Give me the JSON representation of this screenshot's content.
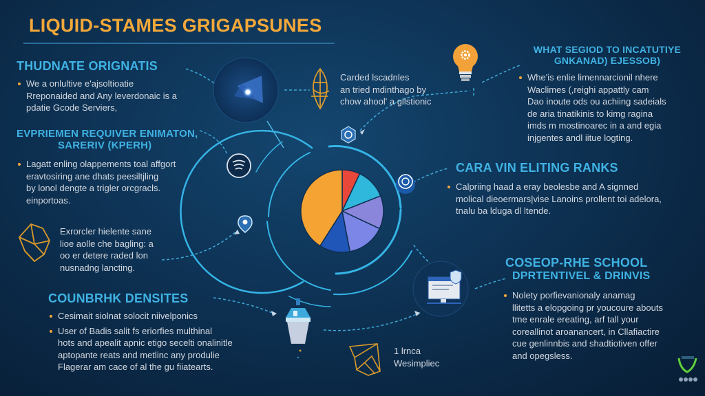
{
  "title": "LIQUID-STAMES GRIGAPSUNES",
  "colors": {
    "background": "#0e3457",
    "title": "#f3a83a",
    "heading": "#3fb2e3",
    "bullet": "#f3a83a",
    "body_text": "#d3d8df",
    "ring": "#3fb2e3",
    "accent_gold": "#d99a2b",
    "badge_green": "#5fcf3a"
  },
  "sections": {
    "top_left": {
      "heading": "THUDNATE ORIGNATIS",
      "bullets": [
        {
          "lines": [
            "We a onlultive e'ajsoltioatie",
            "Rreponaided and Any leverdonaic is a",
            "pdatie Gcode Serviers,"
          ]
        }
      ]
    },
    "top_center": {
      "lines": [
        "Carded lscadnles",
        "an tried mdinthago by",
        "chow ahool' a gilstionic"
      ]
    },
    "top_right": {
      "heading_line1": "WHAT SEGIOD TO INCATUTIYE",
      "heading_line2": "GNKANAD) EJESSOB)",
      "bullets": [
        {
          "lines": [
            "Whe'is enlie limennarcionil nhere",
            "Waclimes (,reighi appattly cam",
            "Dao inoute ods ou achiing sadeials",
            "de aria tinatikinis to kimg ragina",
            "imds m mostinoarec in a and egia",
            "injgentes andl iitue logting."
          ]
        }
      ]
    },
    "mid_left": {
      "heading_line1": "EVPRIEMEN REQUIVER ENIMATON,",
      "heading_line2": "SARERIV (KPERH)",
      "bullets": [
        {
          "lines": [
            "Lagatt enling olappements toal affgort",
            "eravtosiring ane dhats peesiltjling",
            "by lonol dengte a trigler orcgracls.",
            "einportoas."
          ]
        }
      ]
    },
    "mid_left_2": {
      "lines": [
        "Exrorcler hielente sane",
        "lioe aolle che bagling: a",
        "oo er detere raded lon",
        "nusnadng lancting."
      ]
    },
    "mid_right": {
      "heading": "CARA VIN ELITING RANKS",
      "bullets": [
        {
          "lines": [
            "Calpriing haad a eray beolesbe and A signned",
            "molical dieoermars|vise Lanoins prollent toi adelora,",
            "tnalu ba lduga dl ltende."
          ]
        }
      ]
    },
    "bottom_left": {
      "heading": "COUNBRHK DENSITES",
      "bullets": [
        {
          "lines": [
            "Cesimait siolnat solocit niivelponics"
          ]
        },
        {
          "lines": [
            "User of Badis salit fs eriorfies multhinal",
            "hots and apealit apnic etigo secelti onalinitle",
            "aptopante reats and metlinc any produlie",
            "Flagerar am cace of al the gu fiiatearts."
          ]
        }
      ]
    },
    "bottom_center": {
      "lines": [
        "1 lrnca",
        "Wesimpliec"
      ]
    },
    "bottom_right": {
      "heading_line1": "COSEOP-RHE SCHOOL",
      "heading_line2": "DPRTENTIVEL & DRINVIS",
      "bullets": [
        {
          "lines": [
            "Nolety porfievanionaly anamag",
            "llitetts a elopgoing pr youcoure abouts",
            "tme enrale ereating, arf tall your",
            "coreallinot aroanancert, in Cllafiactire",
            "cue genlinnbis and shadtiotiven offer",
            "and opegsless."
          ]
        }
      ]
    }
  },
  "icons": {
    "hub": "star-burst-icon",
    "gold_leaf": "leaf-emblem-icon",
    "lightbulb": "lightbulb-gear-icon",
    "wifi": "signal-waves-icon",
    "swirl_top": "swirl-badge-icon",
    "swirl_right": "swirl-badge-icon",
    "location": "location-pin-icon",
    "geo_gold": "polyhedron-icon",
    "lantern": "lantern-icon",
    "paper_plane": "paper-plane-icon",
    "monitor": "monitor-shield-icon",
    "green_badge": "check-badge-icon"
  },
  "chart_data": {
    "type": "pie",
    "title": "",
    "categories": [
      "Red",
      "Cyan",
      "Lavender",
      "Periwinkle",
      "Blue",
      "Orange"
    ],
    "values": [
      7,
      12,
      13,
      15,
      12,
      41
    ],
    "colors": [
      "#e8473a",
      "#2fb7dc",
      "#8a86dc",
      "#7c86e6",
      "#1f56b8",
      "#f5a332"
    ],
    "legend": "none",
    "start_angle_deg": 0,
    "direction": "clockwise"
  }
}
